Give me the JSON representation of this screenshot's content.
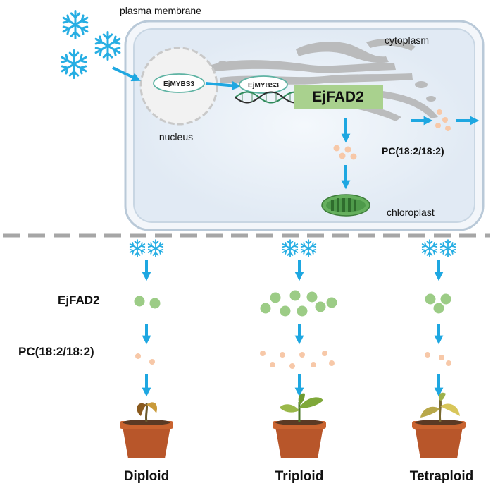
{
  "cell": {
    "membrane_label": "plasma membrane",
    "cytoplasm_label": "cytoplasm",
    "nucleus_label": "nucleus",
    "tf_label": "EjMYBS3",
    "tf_bound_label": "EjMYBS3",
    "gene_label": "EjFAD2",
    "lipid_label": "PC(18:2/18:2)",
    "chloroplast_label": "chloroplast"
  },
  "rows": {
    "gene_label": "EjFAD2",
    "lipid_label": "PC(18:2/18:2)"
  },
  "columns": [
    {
      "label": "Diploid",
      "fad2_level": 2,
      "pc_level": 2,
      "plant": "wilted"
    },
    {
      "label": "Triploid",
      "fad2_level": 8,
      "pc_level": 8,
      "plant": "healthy"
    },
    {
      "label": "Tetraploid",
      "fad2_level": 3,
      "pc_level": 3,
      "plant": "partly-wilted"
    }
  ],
  "colors": {
    "cell_fill": "#e3ecf5",
    "cell_stroke": "#a9bccd",
    "arrow": "#1ea7e1",
    "snowflake": "#27aee3",
    "gene_box": "#a9d18e",
    "green_dot": "#9ccc86",
    "lipid_dot": "#f7c8a8",
    "divider": "#a6a6a6",
    "pot": "#b8562a"
  }
}
